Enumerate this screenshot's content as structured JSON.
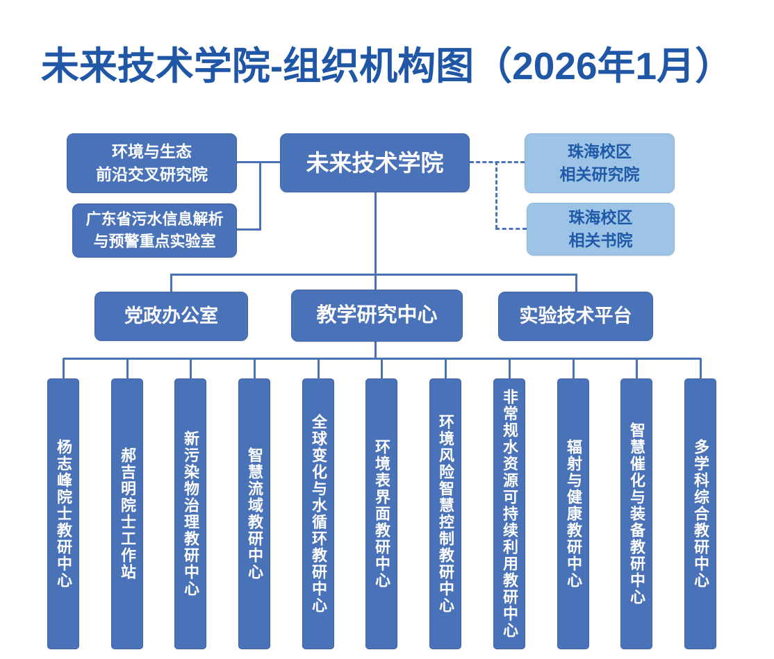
{
  "title": "未来技术学院-组织机构图（2026年1月）",
  "colors": {
    "title_text": "#2056a6",
    "box_fill": "#4a72b8",
    "box_text": "#ffffff",
    "light_box_fill": "#9dc3e6",
    "light_box_text": "#1f5aa8",
    "connector_line": "#4a72b8",
    "background": "#ffffff"
  },
  "root": {
    "label": "未来技术学院"
  },
  "affiliates_left": [
    {
      "label": "环境与生态\n前沿交叉研究院"
    },
    {
      "label": "广东省污水信息解析\n与预警重点实验室"
    }
  ],
  "affiliates_right": [
    {
      "label": "珠海校区\n相关研究院"
    },
    {
      "label": "珠海校区\n相关书院"
    }
  ],
  "departments": [
    {
      "label": "党政办公室"
    },
    {
      "label": "教学研究中心"
    },
    {
      "label": "实验技术平台"
    }
  ],
  "centers": [
    "杨志峰院士教研中心",
    "郝吉明院士工作站",
    "新污染物治理教研中心",
    "智慧流域教研中心",
    "全球变化与水循环教研中心",
    "环境表界面教研中心",
    "环境风险智慧控制教研中心",
    "非常规水资源可持续利用教研中心",
    "辐射与健康教研中心",
    "智慧催化与装备教研中心",
    "多学科综合教研中心"
  ]
}
